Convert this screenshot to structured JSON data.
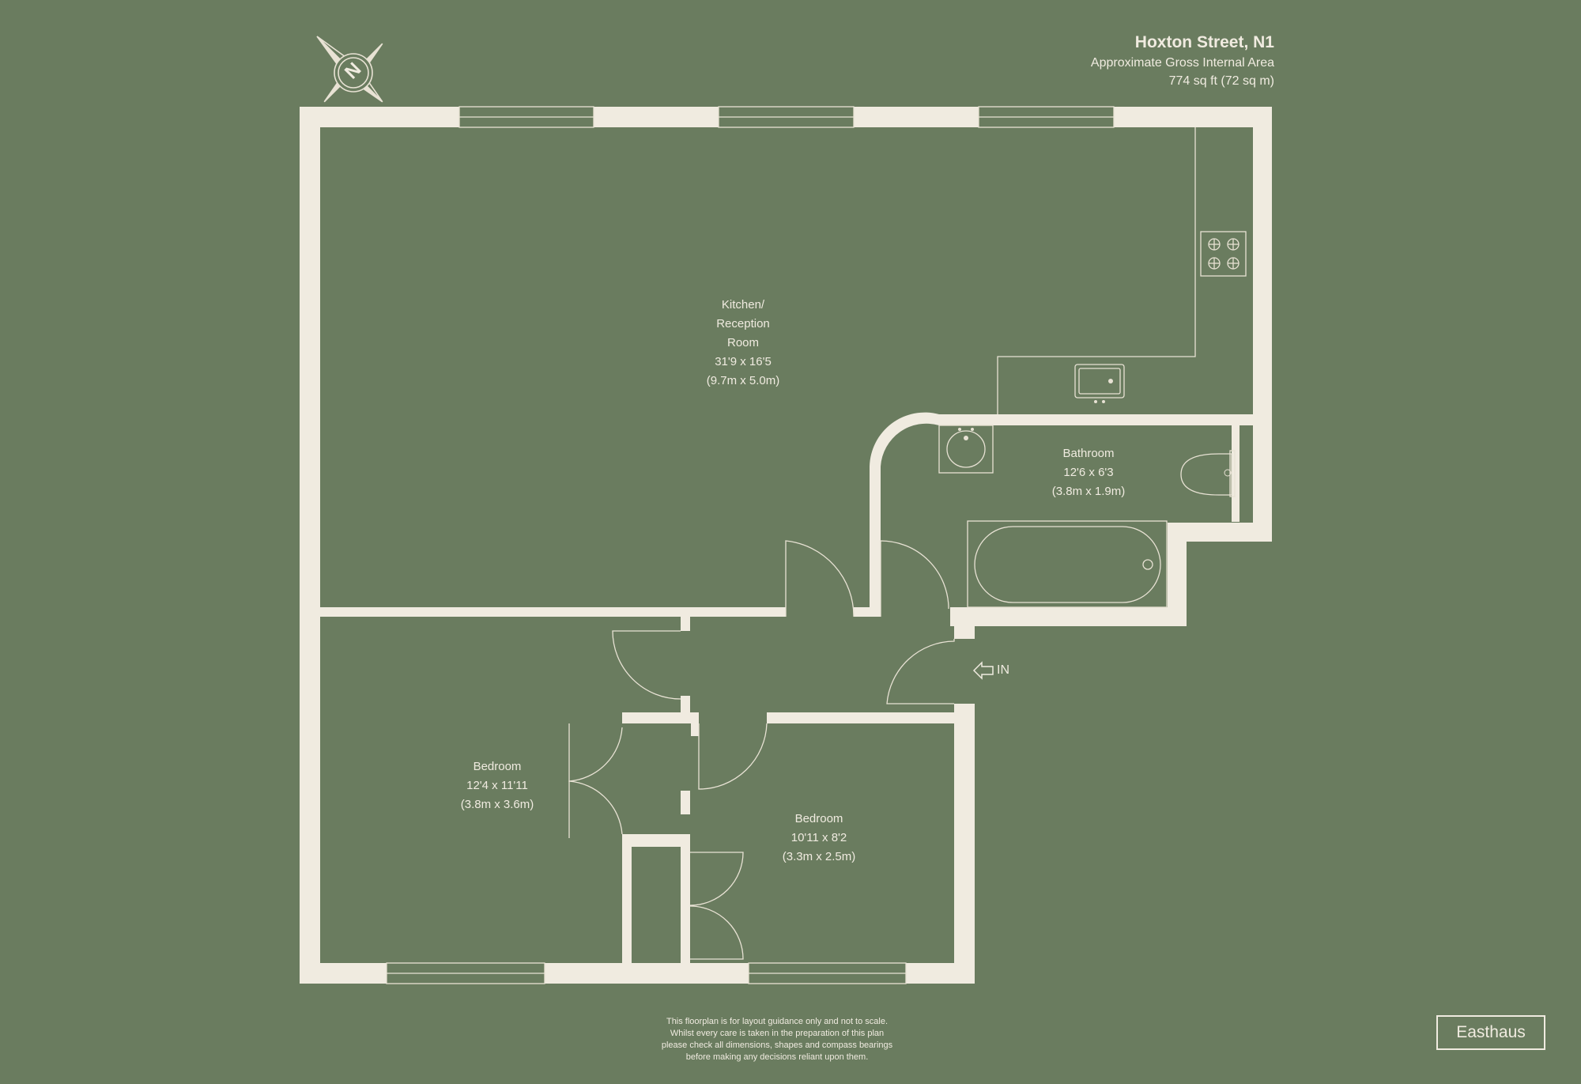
{
  "property": {
    "address": "Hoxton Street, N1",
    "area_label": "Approximate Gross Internal Area",
    "area_value": "774 sq ft (72 sq m)"
  },
  "rooms": {
    "kitchen": {
      "name_line1": "Kitchen/",
      "name_line2": "Reception",
      "name_line3": "Room",
      "dim_imperial": "31'9 x 16'5",
      "dim_metric": "(9.7m x 5.0m)"
    },
    "bathroom": {
      "name": "Bathroom",
      "dim_imperial": "12'6 x 6'3",
      "dim_metric": "(3.8m x 1.9m)"
    },
    "bedroom1": {
      "name": "Bedroom",
      "dim_imperial": "12'4 x 11'11",
      "dim_metric": "(3.8m x 3.6m)"
    },
    "bedroom2": {
      "name": "Bedroom",
      "dim_imperial": "10'11 x 8'2",
      "dim_metric": "(3.3m x 2.5m)"
    }
  },
  "entry": {
    "label": "IN",
    "icon": "arrow-left-icon"
  },
  "compass": {
    "letter": "N",
    "icon": "compass-icon"
  },
  "disclaimer": {
    "line1": "This floorplan is for layout guidance only and not to scale.",
    "line2": "Whilst every care is taken in the preparation of this plan",
    "line3": "please check all dimensions, shapes and compass bearings",
    "line4": "before making any decisions reliant upon them."
  },
  "brand": {
    "logo_text": "Easthaus"
  },
  "colors": {
    "background": "#6a7c5f",
    "wall": "#f0ebe0",
    "line": "#e8e2d4"
  }
}
